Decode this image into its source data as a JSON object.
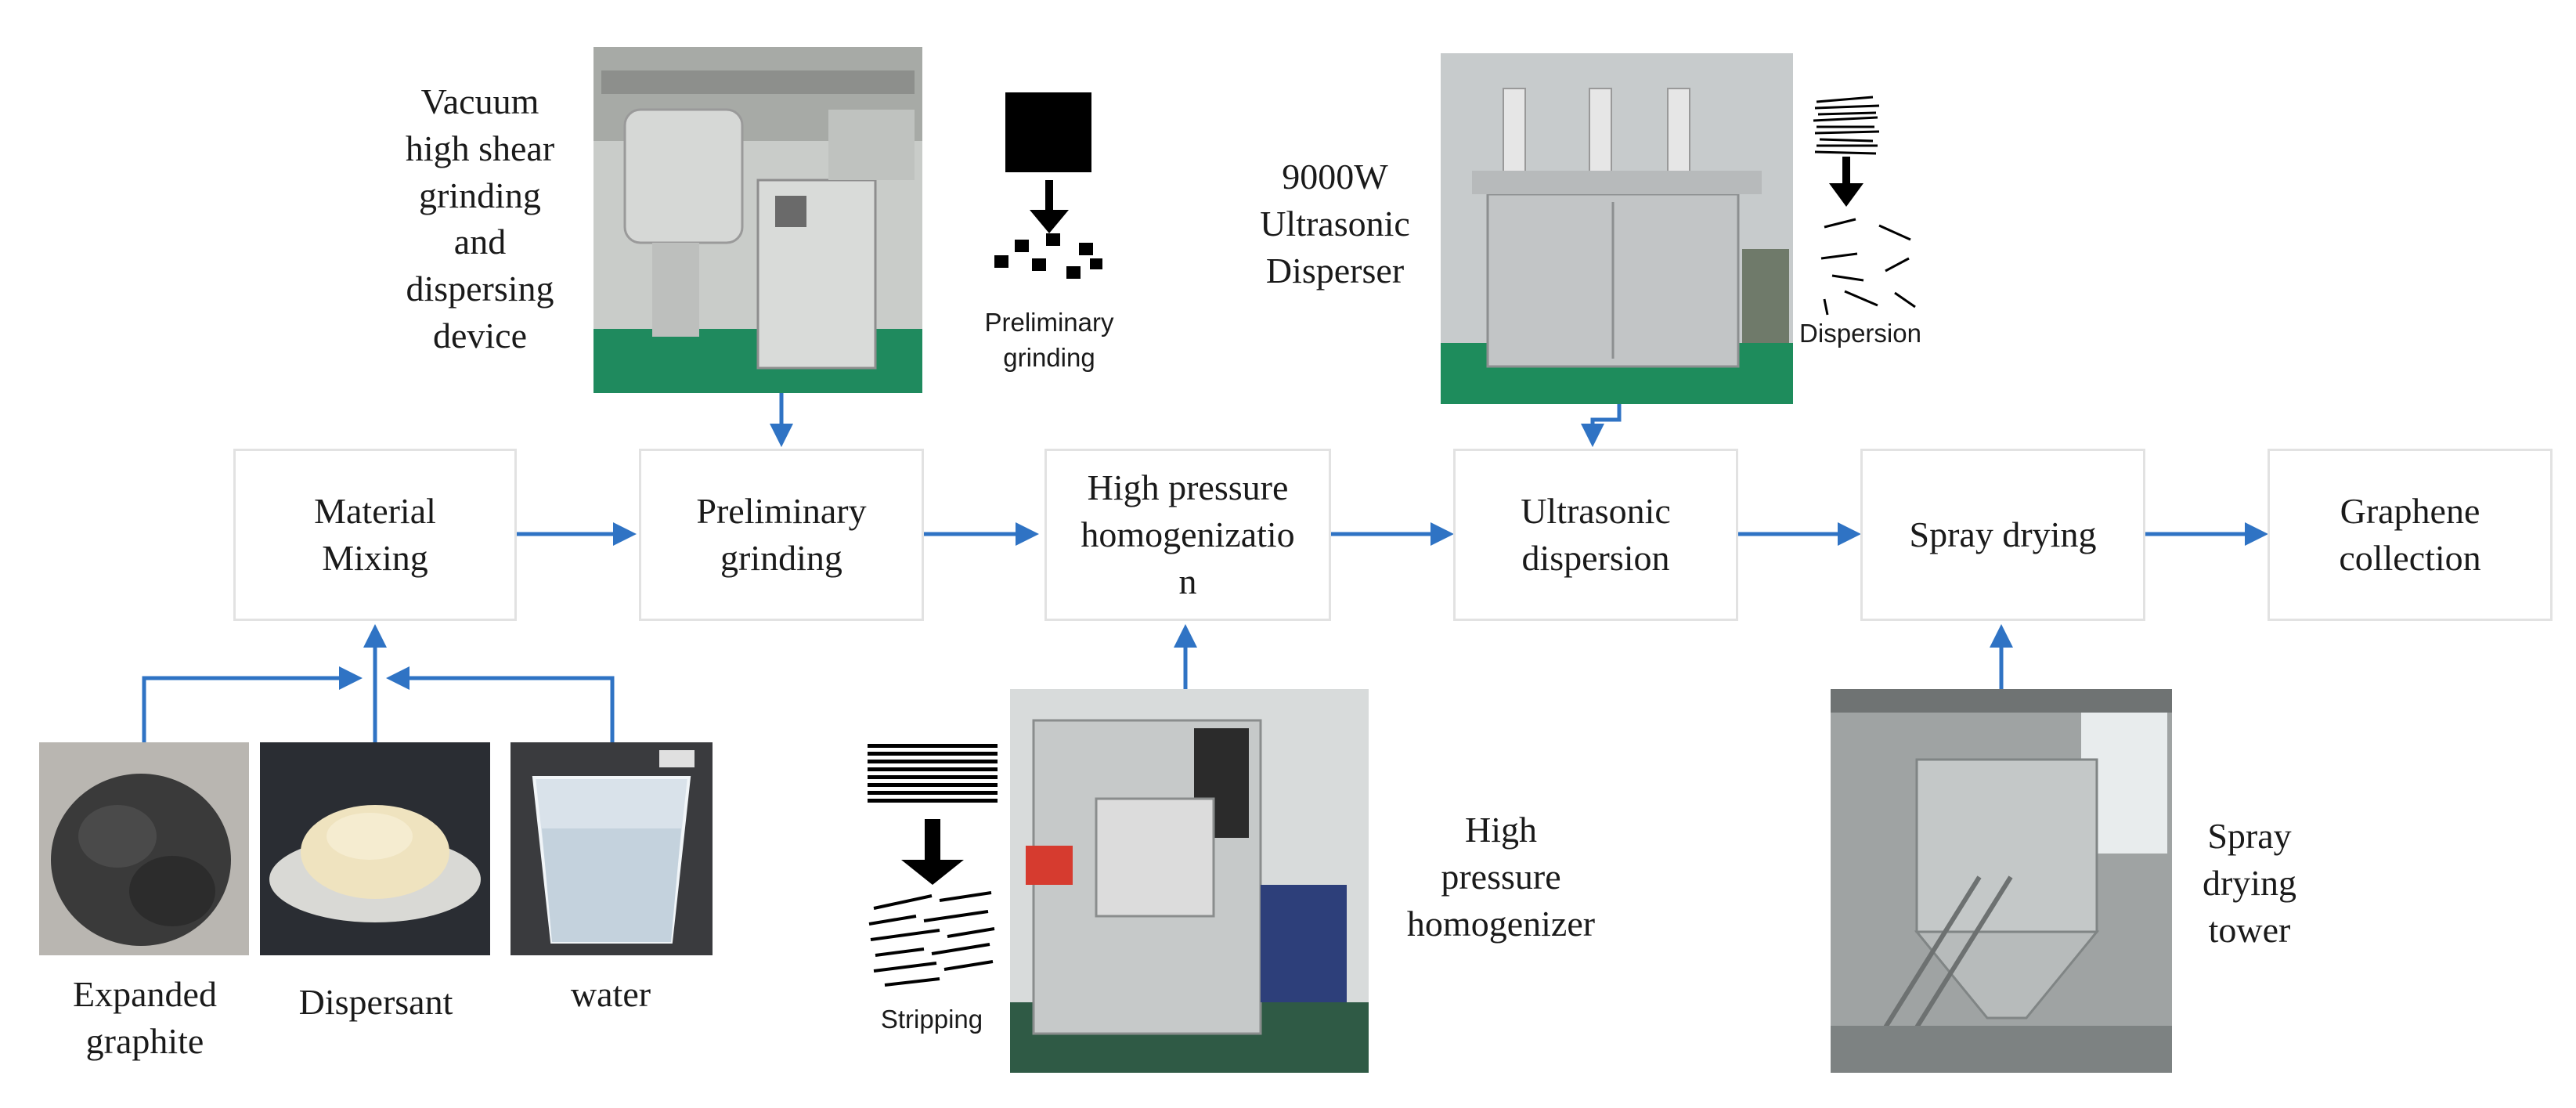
{
  "steps": {
    "mixing": "Material\nMixing",
    "grinding": "Preliminary\ngrinding",
    "homogenization": "High pressure\nhomogenizatio\nn",
    "dispersion": "Ultrasonic\ndispersion",
    "spray_drying": "Spray drying",
    "collection": "Graphene\ncollection"
  },
  "equipment": {
    "shear_device": "Vacuum\nhigh shear\ngrinding\nand\ndispersing\ndevice",
    "ultrasonic_disperser": "9000W\nUltrasonic\nDisperser",
    "homogenizer": "High\npressure\nhomogenizer",
    "drying_tower": "Spray\ndrying\ntower"
  },
  "inputs": {
    "graphite": "Expanded\ngraphite",
    "dispersant": "Dispersant",
    "water": "water"
  },
  "icons": {
    "grinding_icon_label": "Preliminary\ngrinding",
    "dispersion_icon_label": "Dispersion",
    "stripping_icon_label": "Stripping"
  },
  "colors": {
    "arrow": "#2f73c4",
    "box_border": "#e2e2e2"
  }
}
